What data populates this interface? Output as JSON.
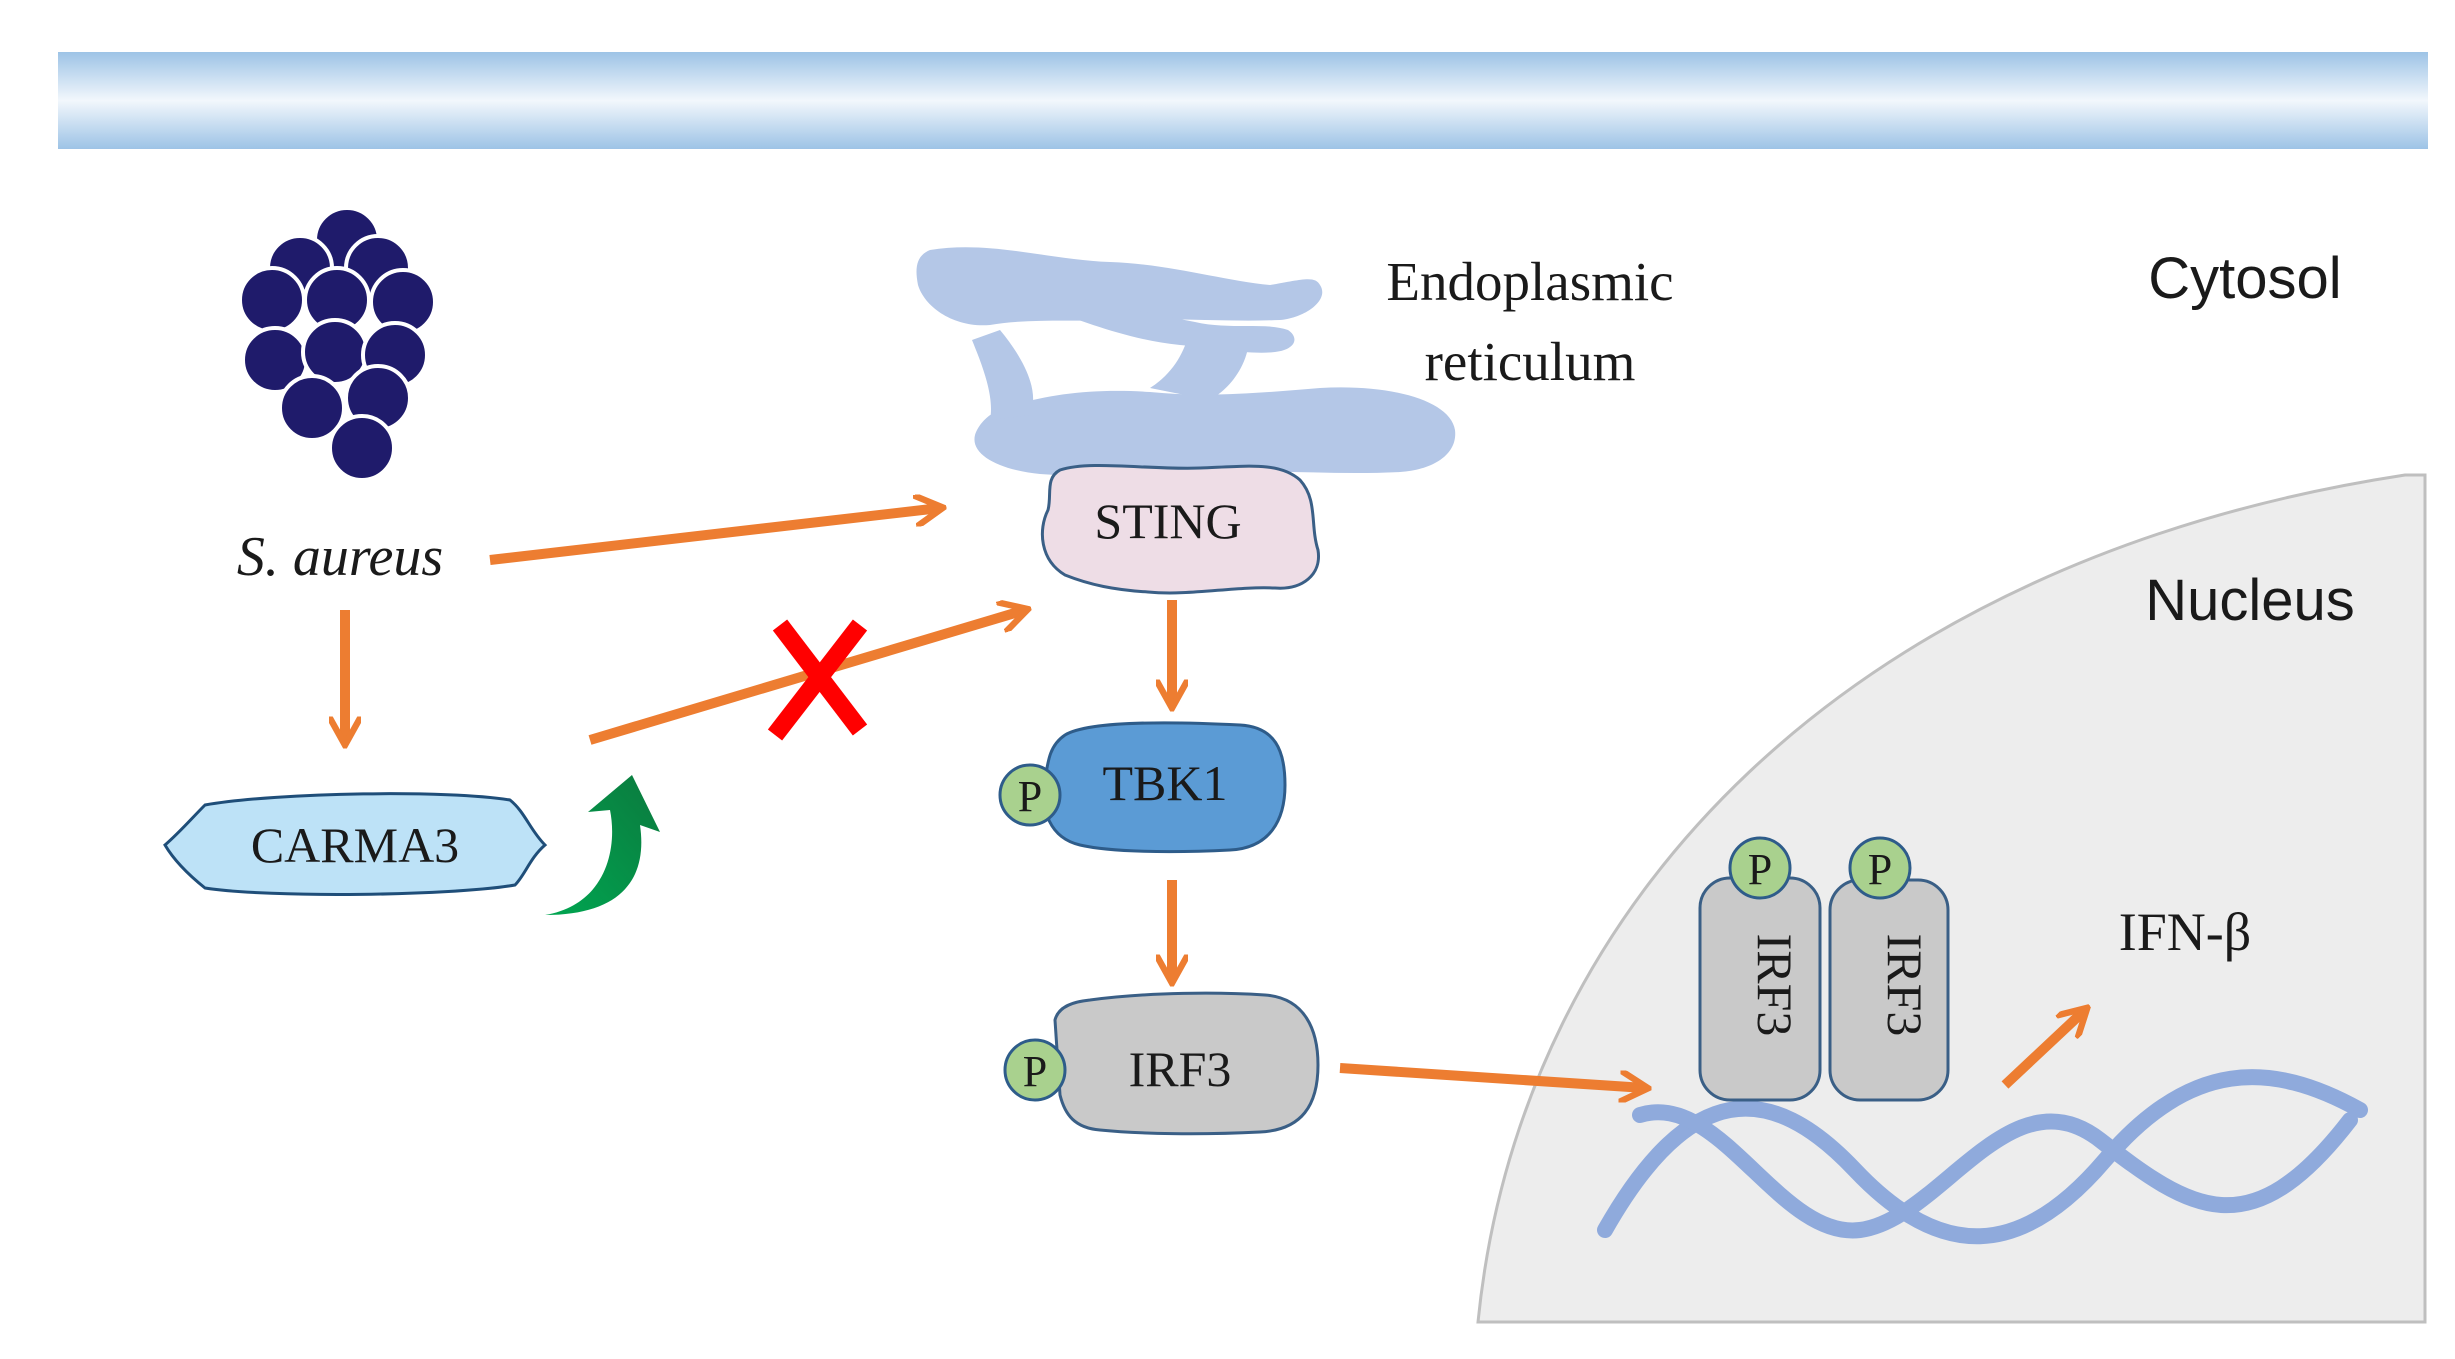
{
  "labels": {
    "cytosol": "Cytosol",
    "nucleus": "Nucleus",
    "er_line1": "Endoplasmic",
    "er_line2": "reticulum",
    "bacterium": "S. aureus",
    "carma3": "CARMA3",
    "sting": "STING",
    "tbk1": "TBK1",
    "irf3": "IRF3",
    "irf3_dimer_a": "IRF3",
    "irf3_dimer_b": "IRF3",
    "ifn": "IFN-β",
    "phospho": "P"
  },
  "colors": {
    "arrow": "#ED7D31",
    "inhibit_x": "#FF0000",
    "membrane_band": "#BDD7EE",
    "er": "#B4C7E7",
    "bacteria": "#1F1B6B",
    "carma3_fill": "#BDE2F7",
    "sting_fill": "#EEDDE6",
    "tbk1_fill": "#5B9BD5",
    "irf3_fill": "#C9C9C9",
    "phospho_fill": "#A9D18E",
    "nucleus_fill": "#EDEDED",
    "dna": "#8FAADC",
    "upregulation_arrow": "#00A651"
  }
}
